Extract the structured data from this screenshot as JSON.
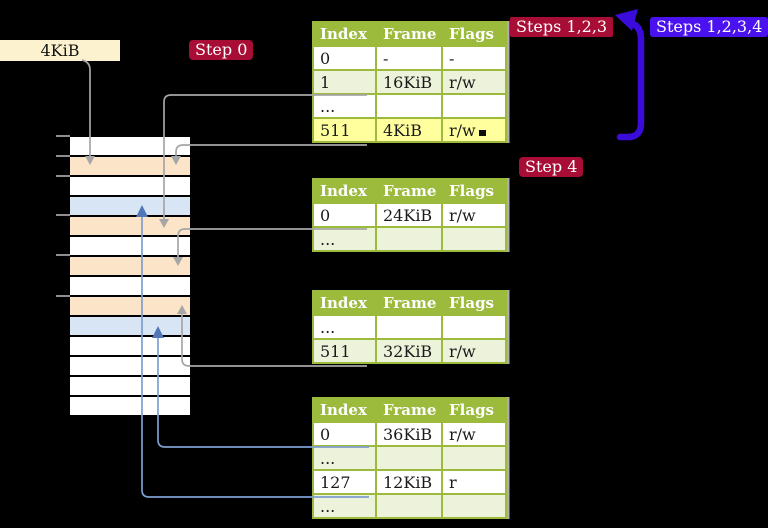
{
  "labels": {
    "frame_source": "4KiB",
    "step0": "Step 0",
    "steps123": "Steps 1,2,3",
    "steps1234": "Steps 1,2,3,4",
    "step4": "Step 4"
  },
  "colors": {
    "background": "#000000",
    "source_label_bg": "#fdf2cf",
    "step_badge_red": "#a80d35",
    "step_badge_violet": "#4a12ee",
    "big_arrow_blue": "#3a0cd9",
    "table_green": "#9cba3c",
    "row_pale_green": "#edf2db",
    "row_highlight_yellow": "#ffff9e",
    "memory_peach": "#fce4c8",
    "memory_light_blue": "#d8e5f4",
    "connector_gray": "#a6a6a6",
    "connector_blue": "#7e9ecf",
    "connector_blue_arrow": "#5177b7"
  },
  "memory": {
    "row_colors": [
      "#ffffff",
      "#fce4c8",
      "#ffffff",
      "#d8e5f4",
      "#fce4c8",
      "#ffffff",
      "#fce4c8",
      "#ffffff",
      "#fce4c8",
      "#d8e5f4",
      "#ffffff",
      "#ffffff",
      "#ffffff",
      "#ffffff"
    ]
  },
  "tables": [
    {
      "name": "level-4-page-table",
      "headers": [
        "Index",
        "Frame",
        "Flags"
      ],
      "rows": [
        {
          "cells": [
            "0",
            "-",
            "-"
          ]
        },
        {
          "cells": [
            "1",
            "16KiB",
            "r/w"
          ]
        },
        {
          "cells": [
            "...",
            "",
            ""
          ]
        },
        {
          "cells": [
            "511",
            "4KiB",
            "r/w"
          ]
        }
      ]
    },
    {
      "name": "level-3-page-table",
      "headers": [
        "Index",
        "Frame",
        "Flags"
      ],
      "rows": [
        {
          "cells": [
            "0",
            "24KiB",
            "r/w"
          ]
        },
        {
          "cells": [
            "...",
            "",
            ""
          ]
        }
      ]
    },
    {
      "name": "level-2-page-table",
      "headers": [
        "Index",
        "Frame",
        "Flags"
      ],
      "rows": [
        {
          "cells": [
            "...",
            "",
            ""
          ]
        },
        {
          "cells": [
            "511",
            "32KiB",
            "r/w"
          ]
        }
      ]
    },
    {
      "name": "level-1-page-table",
      "headers": [
        "Index",
        "Frame",
        "Flags"
      ],
      "rows": [
        {
          "cells": [
            "0",
            "36KiB",
            "r/w"
          ]
        },
        {
          "cells": [
            "...",
            "",
            ""
          ]
        },
        {
          "cells": [
            "127",
            "12KiB",
            "r"
          ]
        },
        {
          "cells": [
            "...",
            "",
            ""
          ]
        }
      ]
    }
  ]
}
